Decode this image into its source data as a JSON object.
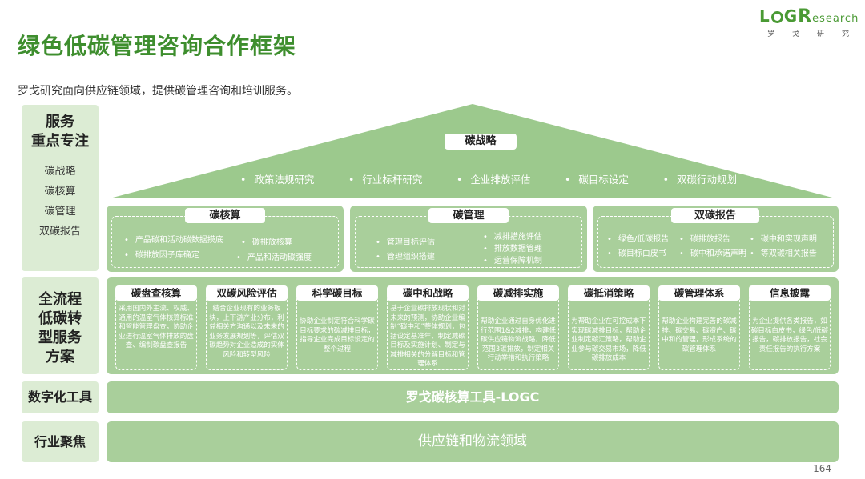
{
  "title": "绿色低碳管理咨询合作框架",
  "subtitle": "罗戈研究面向供应链领域，提供碳管理咨询和培训服务。",
  "logo": {
    "letter_l": "L",
    "letter_g": "G",
    "letter_r": "R",
    "research": "esearch",
    "sub": "罗戈研究"
  },
  "left_panels": {
    "service_focus": {
      "title_line1": "服务",
      "title_line2": "重点专注",
      "items": [
        "碳战略",
        "碳核算",
        "碳管理",
        "双碳报告"
      ]
    },
    "full_process": {
      "title_lines": [
        "全流程",
        "低碳转",
        "型服务",
        "方案"
      ]
    },
    "digital_tools": {
      "title": "数字化工具"
    },
    "industry_focus": {
      "title": "行业聚焦"
    }
  },
  "roof": {
    "label": "碳战略",
    "items": [
      "政策法规研究",
      "行业标杆研究",
      "企业排放评估",
      "碳目标设定",
      "双碳行动规划"
    ]
  },
  "mid_boxes": [
    {
      "title": "碳核算",
      "items": [
        "产品碳和活动碳数据摸底",
        "碳排放核算",
        "碳排放因子库确定",
        "产品和活动碳强度"
      ]
    },
    {
      "title": "碳管理",
      "items": [
        "管理目标评估",
        "减排措施评估",
        "排放数据管理",
        "管理组织搭建",
        "运营保障机制"
      ]
    },
    {
      "title": "双碳报告",
      "items": [
        "绿色/低碳报告",
        "碳排放报告",
        "碳中和实现声明",
        "碳目标白皮书",
        "碳中和承诺声明",
        "等双碳相关报告"
      ]
    }
  ],
  "process_columns": [
    {
      "title": "碳盘查核算",
      "text": "采用国内外主流、权威、通用的温室气体核算标准和智能管理盘查，协助企业进行温室气体排放的盘查、编制碳盘查报告"
    },
    {
      "title": "双碳风险评估",
      "text": "结合企业现有的业务板块，上下游产业分布，利益相关方沟通以及未来的业务发展规划等，评估双碳趋势对企业造成的实体风险和转型风险"
    },
    {
      "title": "科学碳目标",
      "text": "协助企业制定符合科学碳目标要求的碳减排目标，指导企业完成目标设定的整个过程"
    },
    {
      "title": "碳中和战略",
      "text": "基于企业碳排放现状和对未来的预测，协助企业编制“碳中和”整体规划，包括设定基准年、制定减碳目标及实施计划、制定与减排相关的分解目标和管理体系"
    },
    {
      "title": "碳减排实施",
      "text": "帮助企业通过自身优化进行范围1&2减排，构建低碳供应链物流战略，降低范围3碳排放，制定相关行动举措和执行策略"
    },
    {
      "title": "碳抵消策略",
      "text": "为帮助企业在可控成本下实现碳减排目标，帮助企业制定碳汇策略，帮助企业参与碳交易市场，降低碳排放成本"
    },
    {
      "title": "碳管理体系",
      "text": "帮助企业构建完善的碳减排、碳交易、碳资产、碳中和的管理，形成系统的碳管理体系"
    },
    {
      "title": "信息披露",
      "text": "为企业提供各类报告，如碳目标白皮书，绿色/低碳报告，碳排放报告，社会责任报告的执行方案"
    }
  ],
  "tool_bar": {
    "label": "罗戈碳核算工具-LOGC"
  },
  "industry_bar": {
    "label": "供应链和物流领域"
  },
  "page_number": "164",
  "colors": {
    "title_green": "#3e8e2e",
    "panel_green": "#a9cf9b",
    "left_panel_bg": "#dcecd4",
    "roof_green": "#9cc98d"
  }
}
